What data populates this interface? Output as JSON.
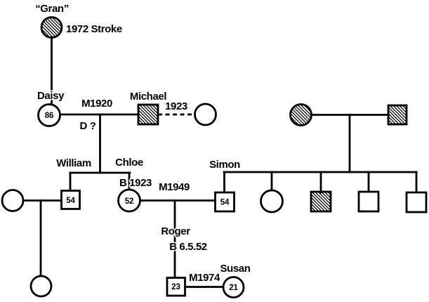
{
  "diagram": {
    "type": "genogram-family-tree",
    "background": "#ffffff",
    "ink": "#000000"
  },
  "people": {
    "gran": {
      "name": "“Gran”",
      "event": "1972 Stroke"
    },
    "daisy": {
      "name": "Daisy",
      "age": "86"
    },
    "michael": {
      "name": "Michael"
    },
    "william": {
      "name": "William",
      "age": "54"
    },
    "chloe": {
      "name": "Chloe",
      "birth": "B 1923",
      "age": "52"
    },
    "simon": {
      "name": "Simon",
      "age": "54"
    },
    "roger": {
      "name": "Roger",
      "birth": "B 6.5.52",
      "age": "23"
    },
    "susan": {
      "name": "Susan",
      "age": "21"
    }
  },
  "unions": {
    "daisy_michael": {
      "marriage": "M1920",
      "divorce": "D ?"
    },
    "michael_second": {
      "year": "1923"
    },
    "chloe_simon": {
      "marriage": "M1949"
    },
    "roger_susan": {
      "marriage": "M1974"
    }
  }
}
